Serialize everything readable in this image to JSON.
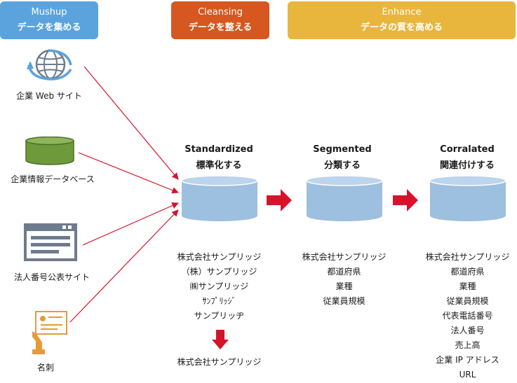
{
  "headers": [
    {
      "title": "Mushup",
      "subtitle": "データを集める",
      "color": "#5aa3dd"
    },
    {
      "title": "Cleansing",
      "subtitle": "データを整える",
      "color": "#d6571f"
    },
    {
      "title": "Enhance",
      "subtitle": "データの質を高める",
      "color": "#e8b63c"
    }
  ],
  "sources": [
    {
      "label": "企業 Web サイト",
      "icon": "globe-icon"
    },
    {
      "label": "企業情報データベース",
      "icon": "database-icon"
    },
    {
      "label": "法人番号公表サイト",
      "icon": "browser-window-icon"
    },
    {
      "label": "名刺",
      "icon": "business-card-icon"
    }
  ],
  "stages": [
    {
      "title_en": "Standardized",
      "title_ja": "標準化する"
    },
    {
      "title_en": "Segmented",
      "title_ja": "分類する"
    },
    {
      "title_en": "Corralated",
      "title_ja": "関連付けする"
    }
  ],
  "standardized_inputs": [
    "株式会社サンプリッジ",
    "（株）サンプリッジ",
    "㈱サンプリッジ",
    "ｻﾝﾌﾟﾘｯｼﾞ",
    "サンプリッヂ"
  ],
  "standardized_output": "株式会社サンプリッジ",
  "segmented_fields": [
    "株式会社サンプリッジ",
    "都道府県",
    "業種",
    "従業員規模"
  ],
  "correlated_fields": [
    "株式会社サンプリッジ",
    "都道府県",
    "業種",
    "従業員規模",
    "代表電話番号",
    "法人番号",
    "売上高",
    "企業 IP アドレス",
    "URL"
  ],
  "colors": {
    "arrow_red": "#d4142a",
    "cylinder_fill": "#9dbfe0",
    "cylinder_top": "#bcd4ec",
    "db_icon_fill": "#6e9a3c",
    "icon_gray": "#6d7b8c"
  }
}
